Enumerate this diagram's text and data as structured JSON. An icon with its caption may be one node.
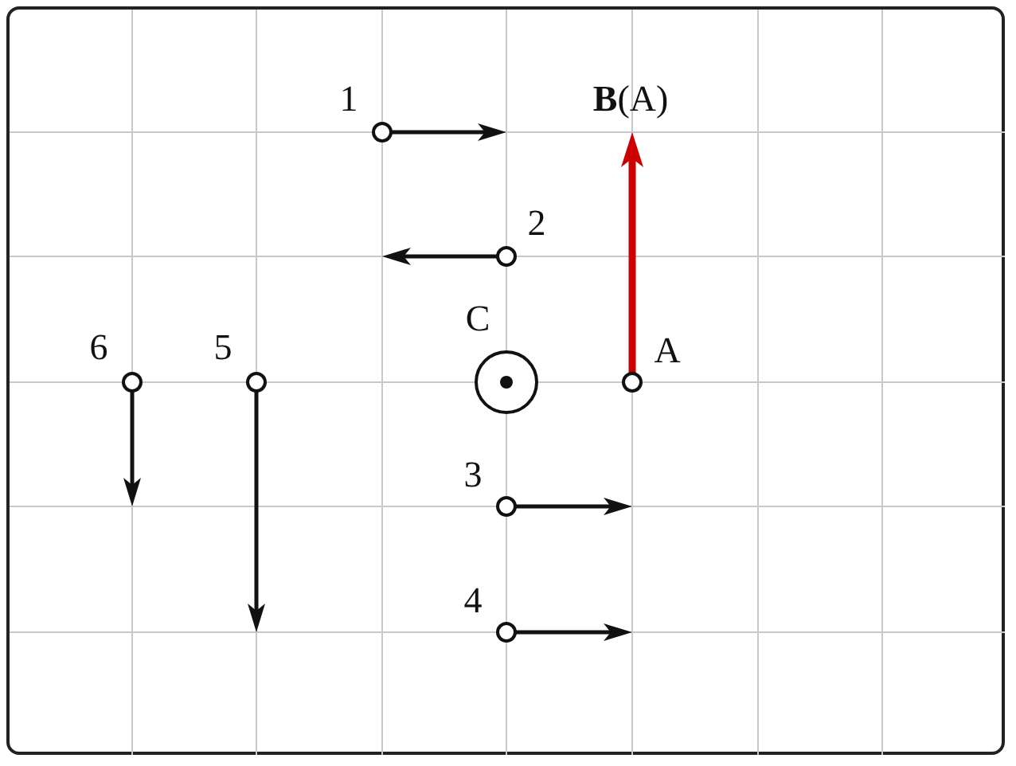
{
  "diagram": {
    "labels": [
      "1",
      "**B**(A)",
      "2",
      "C",
      "A",
      "6",
      "5",
      "3",
      "4"
    ]
  }
}
